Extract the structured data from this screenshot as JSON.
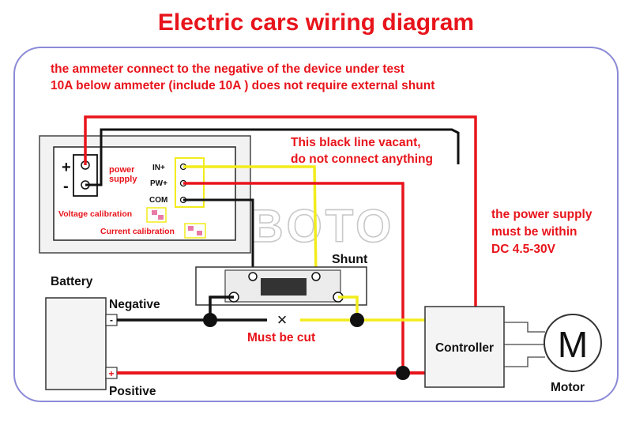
{
  "title": "Electric cars wiring diagram",
  "note_line1": "the ammeter connect to the negative of the device under test",
  "note_line2": "10A below ammeter (include 10A ) does not require external shunt",
  "black_line_note_1": "This black line vacant,",
  "black_line_note_2": "do not connect anything",
  "meter": {
    "plus": "+",
    "minus": "-",
    "power_supply_1": "power",
    "power_supply_2": "supply",
    "in_plus": "IN+",
    "pw_plus": "PW+",
    "com": "COM",
    "voltage_calibration": "Voltage calibration",
    "current_calibration": "Current calibration"
  },
  "watermark": "BOTO",
  "power_note_1": "the power supply",
  "power_note_2": "must be within",
  "power_note_3": "DC 4.5-30V",
  "shunt_label": "Shunt",
  "battery_label": "Battery",
  "negative_label": "Negative",
  "positive_label": "Positive",
  "battery_minus": "-",
  "battery_plus": "+",
  "cut_label": "Must be cut",
  "controller_label": "Controller",
  "motor_symbol": "M",
  "motor_label": "Motor",
  "colors": {
    "red": "#e8141b",
    "yellow": "#f2ec1c",
    "black": "#111111",
    "frame": "#8a8ad8"
  }
}
